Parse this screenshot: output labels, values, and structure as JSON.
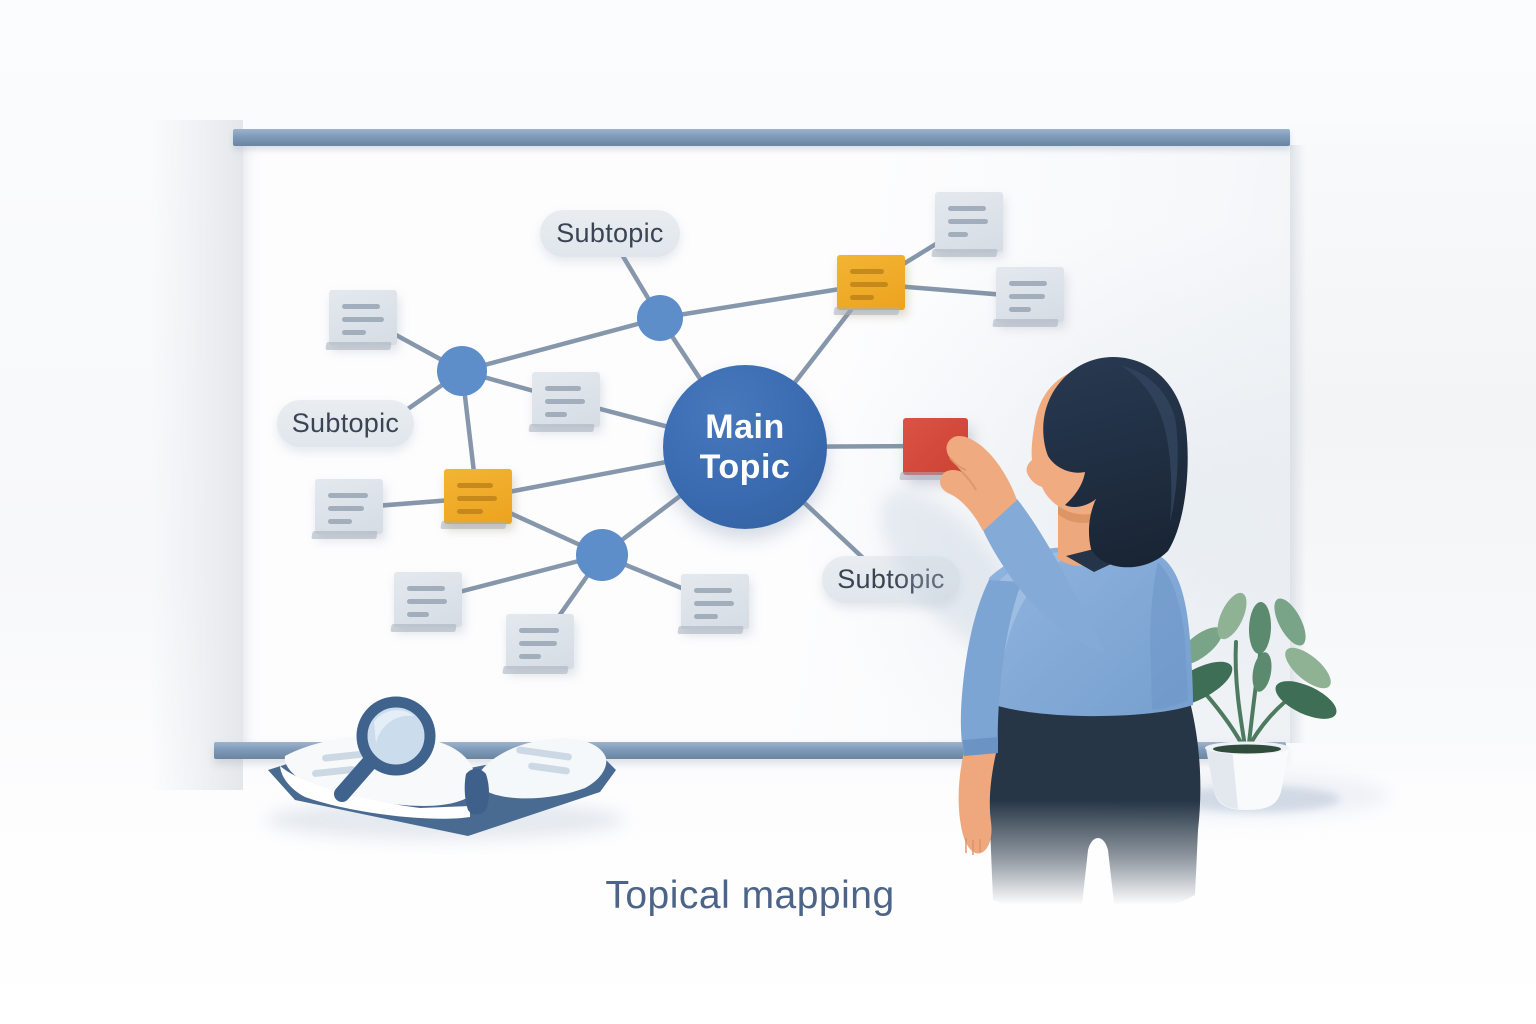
{
  "scene": {
    "caption": "Topical mapping",
    "objects": [
      "whiteboard",
      "woman-placing-note",
      "open-book",
      "magnifier-icon",
      "potted-plant"
    ]
  },
  "whiteboard": {
    "main_topic": {
      "line1": "Main",
      "line2": "Topic"
    },
    "subtopic_pills": [
      {
        "label": "Subtopic",
        "position": "top"
      },
      {
        "label": "Subtopic",
        "position": "left"
      },
      {
        "label": "Subtopic",
        "position": "bottom-right"
      }
    ],
    "sticky_notes": {
      "gray_count": 8,
      "yellow_count": 2,
      "red_count": 1
    }
  },
  "colors": {
    "main_node": "#3a6bb0",
    "secondary_node": "#5d8ec9",
    "note_gray": "#d9dfe6",
    "note_yellow": "#f0ad25",
    "note_red": "#d54b3c",
    "rail": "#7e9aba",
    "line": "#7c8ea4",
    "caption_text": "#4c6488"
  }
}
